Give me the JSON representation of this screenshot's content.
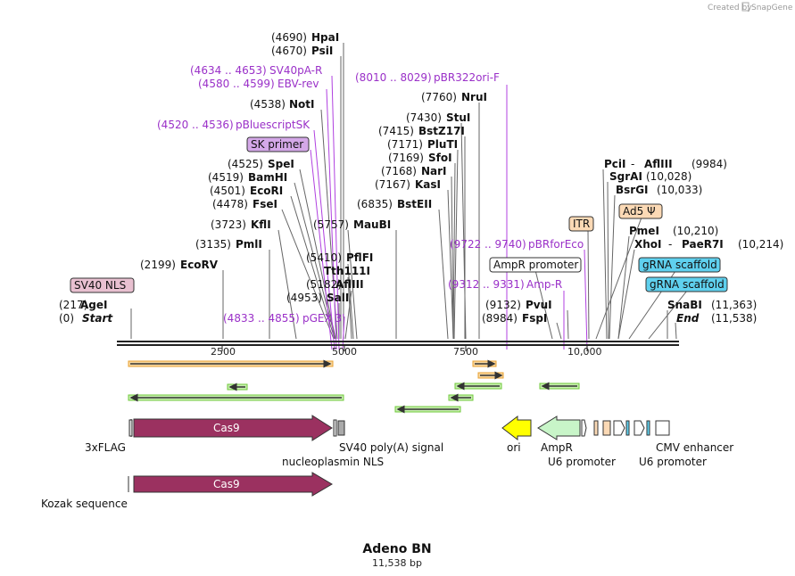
{
  "brand": {
    "created_by": "Created by",
    "name": "SnapGene"
  },
  "map": {
    "title": "Adeno BN",
    "length_label": "11,538 bp"
  },
  "axis": {
    "ticks": [
      "2500",
      "5000",
      "7500",
      "10,000"
    ]
  },
  "sites": {
    "hpai": {
      "pos": "(4690)",
      "name": "HpaI"
    },
    "psii": {
      "pos": "(4670)",
      "name": "PsiI"
    },
    "noti": {
      "pos": "(4538)",
      "name": "NotI"
    },
    "spei": {
      "pos": "(4525)",
      "name": "SpeI"
    },
    "bamhi": {
      "pos": "(4519)",
      "name": "BamHI"
    },
    "ecori": {
      "pos": "(4501)",
      "name": "EcoRI"
    },
    "fsei": {
      "pos": "(4478)",
      "name": "FseI"
    },
    "kfli": {
      "pos": "(3723)",
      "name": "KflI"
    },
    "pmli": {
      "pos": "(3135)",
      "name": "PmlI"
    },
    "ecorv": {
      "pos": "(2199)",
      "name": "EcoRV"
    },
    "agei": {
      "pos": "(217)",
      "name": "AgeI"
    },
    "start": {
      "pos": "(0)",
      "name": "Start"
    },
    "maubi": {
      "pos": "(5757)",
      "name": "MauBI"
    },
    "pflfi": {
      "pos": "(5410)",
      "name": "PflFI"
    },
    "tth111i": {
      "pos": "",
      "name": "Tth111I"
    },
    "afliii": {
      "pos": "(5182)",
      "name": "AflIII"
    },
    "sali": {
      "pos": "(4953)",
      "name": "SalI"
    },
    "nrui": {
      "pos": "(7760)",
      "name": "NruI"
    },
    "stui": {
      "pos": "(7430)",
      "name": "StuI"
    },
    "bstz17i": {
      "pos": "(7415)",
      "name": "BstZ17I"
    },
    "pluti": {
      "pos": "(7171)",
      "name": "PluTI"
    },
    "sfoi": {
      "pos": "(7169)",
      "name": "SfoI"
    },
    "nari": {
      "pos": "(7168)",
      "name": "NarI"
    },
    "kasi": {
      "pos": "(7167)",
      "name": "KasI"
    },
    "bsteii": {
      "pos": "(6835)",
      "name": "BstEII"
    },
    "pvui": {
      "pos": "(9132)",
      "name": "PvuI"
    },
    "fspi": {
      "pos": "(8984)",
      "name": "FspI"
    },
    "pci": {
      "name": "PciI",
      "sep": " - ",
      "name2": "AflIII",
      "pos": "(9984)"
    },
    "sgrai": {
      "name": "SgrAI",
      "pos": "(10,028)"
    },
    "bsrgi": {
      "name": "BsrGI",
      "pos": "(10,033)"
    },
    "pmei": {
      "name": "PmeI",
      "pos": "(10,210)"
    },
    "xhoi": {
      "name": "XhoI",
      "sep": " - ",
      "name2": "PaeR7I",
      "pos": "(10,214)"
    },
    "snabi": {
      "name": "SnaBI",
      "pos": "(11,363)"
    },
    "end": {
      "name": "End",
      "pos": "(11,538)"
    }
  },
  "primers": {
    "sv40pa": {
      "range": "(4634 .. 4653)",
      "name": "SV40pA-R"
    },
    "ebv": {
      "range": "(4580 .. 4599)",
      "name": "EBV-rev"
    },
    "pbluescript": {
      "range": "(4520 .. 4536)",
      "name": "pBluescriptSK"
    },
    "pgex": {
      "range": "(4833 .. 4855)",
      "name": "pGEX 3'"
    },
    "pbr322": {
      "range": "(8010 .. 8029)",
      "name": "pBR322ori-F"
    },
    "pbrforeco": {
      "range": "(9722 .. 9740)",
      "name": "pBRforEco"
    },
    "ampr": {
      "range": "(9312 .. 9331)",
      "name": "Amp-R"
    }
  },
  "boxed": {
    "sk_primer": "SK primer",
    "sv40_nls": "SV40 NLS",
    "itr": "ITR",
    "ad5": "Ad5 Ψ",
    "ampr_promoter": "AmpR promoter",
    "grna1": "gRNA scaffold",
    "grna2": "gRNA scaffold"
  },
  "features": {
    "cas9_a": "Cas9",
    "cas9_b": "Cas9",
    "flag": "3xFLAG",
    "sv40polya": "SV40 poly(A) signal",
    "nucleoplasmin": "nucleoplasmin NLS",
    "kozak": "Kozak sequence",
    "ori": "ori",
    "ampr": "AmpR",
    "u6a": "U6 promoter",
    "u6b": "U6 promoter",
    "cmv": "CMV enhancer"
  },
  "colors": {
    "cas9": "#9b3160",
    "orf_orange": "#e9a030",
    "orf_green": "#6fc83a",
    "ori": "#ffff00",
    "ampr": "#c8f5c8",
    "primer_purple": "#9a30c8",
    "sk_fill": "#d4a8e8",
    "nls_fill": "#e8c0d0",
    "itr_fill": "#fbd9b5",
    "grna_fill": "#5fd0ee"
  }
}
